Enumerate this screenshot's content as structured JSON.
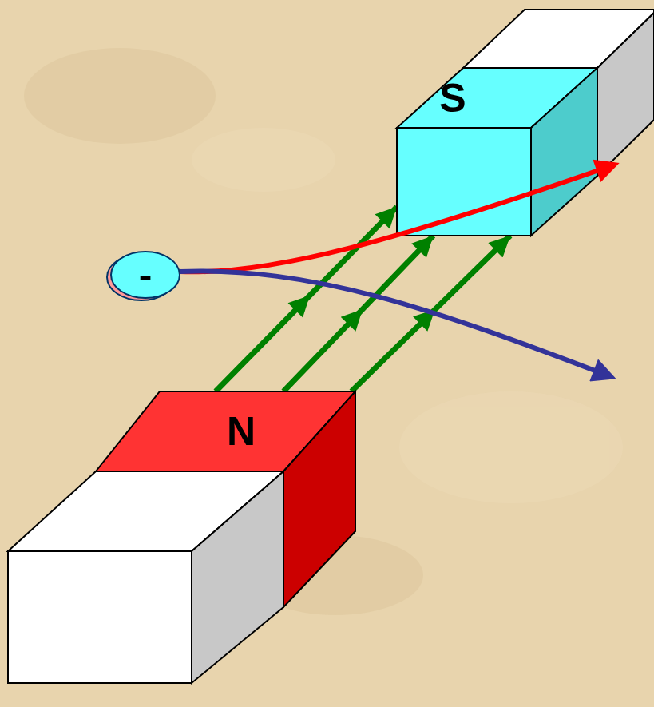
{
  "diagram": {
    "nodes": [
      {
        "text": [
          "S"
        ]
      },
      {
        "text": [
          "-"
        ]
      },
      {
        "text": [
          "N"
        ]
      }
    ],
    "edges": [
      {
        "from": 2,
        "to": 0,
        "arrow": "to"
      },
      {
        "from": 2,
        "to": 0,
        "arrow": "to"
      },
      {
        "from": 2,
        "to": 0,
        "arrow": "to"
      }
    ]
  }
}
